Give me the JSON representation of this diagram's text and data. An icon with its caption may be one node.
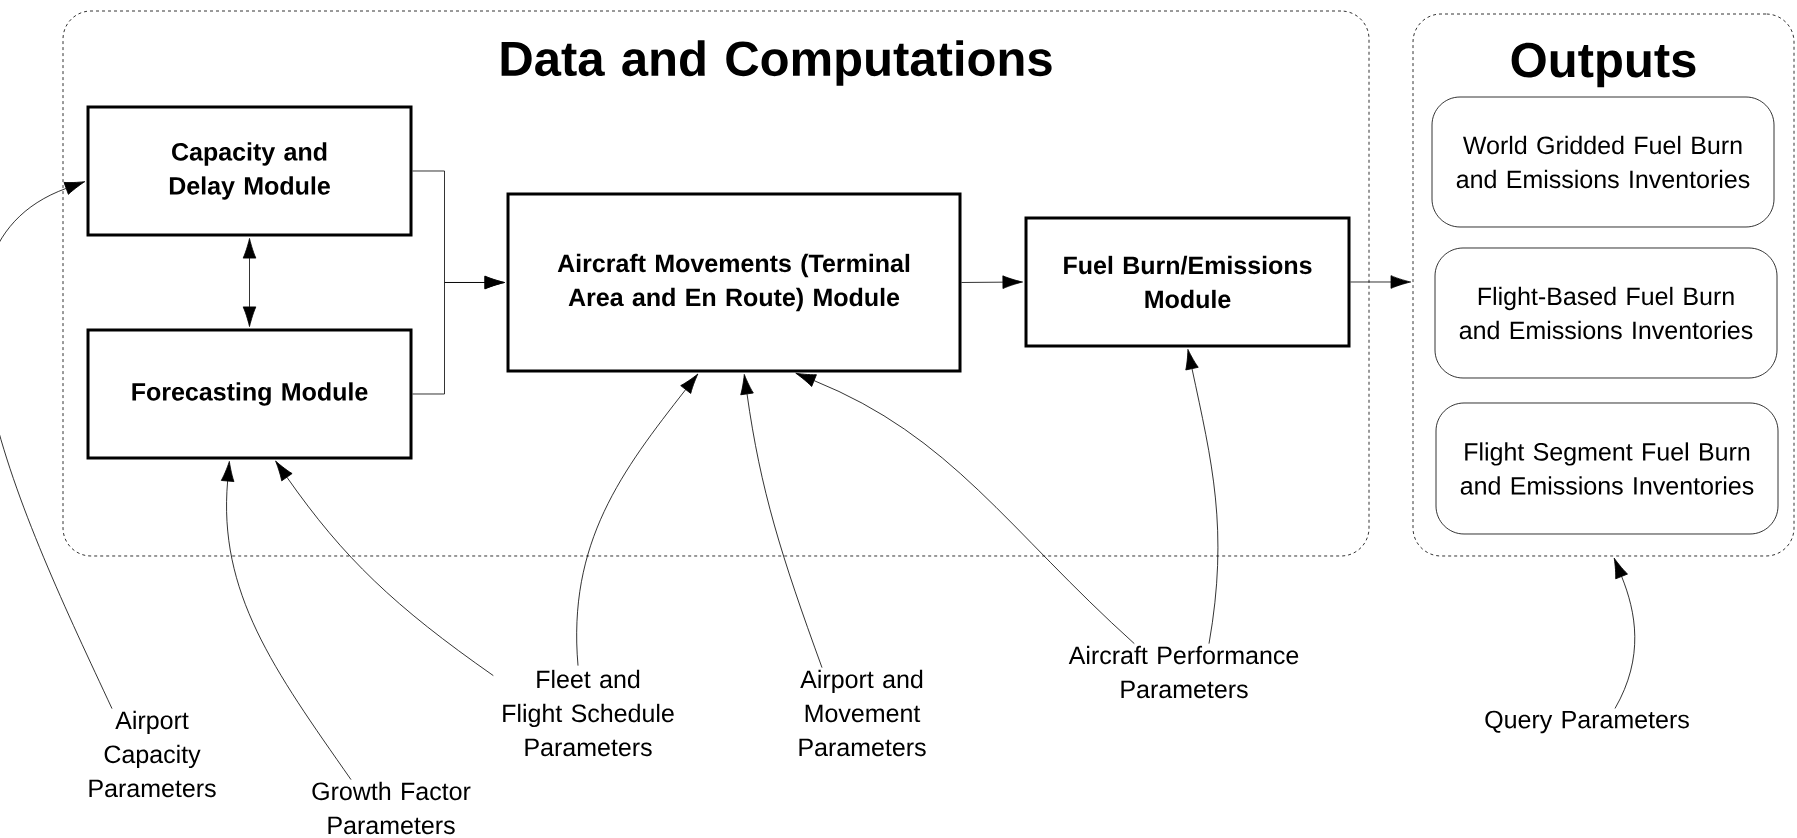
{
  "diagram": {
    "nodes": [
      {
        "text": [
          "Data and Computations"
        ]
      },
      {
        "text": [
          "Capacity and Delay Module"
        ],
        "in": 0
      },
      {
        "text": [
          "Forecasting Module"
        ],
        "in": 0
      },
      {
        "text": [
          "Aircraft Movements (Terminal Area and En Route) Module"
        ],
        "in": 0
      },
      {
        "text": [
          "Fuel Burn/Emissions Module"
        ],
        "in": 0
      },
      {
        "text": [
          "Outputs"
        ]
      },
      {
        "text": [
          "World Gridded Fuel Burn and Emissions Inventories"
        ],
        "in": 5
      },
      {
        "text": [
          "Flight-Based Fuel Burn and Emissions Inventories"
        ],
        "in": 5
      },
      {
        "text": [
          "Flight Segment Fuel Burn and Emissions Inventories"
        ],
        "in": 5
      },
      {
        "text": [
          "Airport Capacity Parameters"
        ]
      },
      {
        "text": [
          "Growth Factor Parameters"
        ]
      },
      {
        "text": [
          "Fleet and Flight Schedule Parameters"
        ]
      },
      {
        "text": [
          "Airport and Movement Parameters"
        ]
      },
      {
        "text": [
          "Aircraft Performance Parameters"
        ]
      },
      {
        "text": [
          "Query Parameters"
        ]
      }
    ],
    "edges": [
      {
        "from": 1,
        "to": 2,
        "arrow": "both"
      },
      {
        "from": 1,
        "to": 3,
        "arrow": "to"
      },
      {
        "from": 2,
        "to": 3,
        "arrow": "to"
      },
      {
        "from": 3,
        "to": 4,
        "arrow": "to"
      },
      {
        "from": 4,
        "to": 5,
        "arrow": "to"
      },
      {
        "from": 9,
        "to": 1,
        "arrow": "to"
      },
      {
        "from": 10,
        "to": 2,
        "arrow": "to"
      },
      {
        "from": 11,
        "to": 2,
        "arrow": "to"
      },
      {
        "from": 11,
        "to": 3,
        "arrow": "to"
      },
      {
        "from": 12,
        "to": 3,
        "arrow": "to"
      },
      {
        "from": 13,
        "to": 3,
        "arrow": "to"
      },
      {
        "from": 13,
        "to": 4,
        "arrow": "to"
      },
      {
        "from": 14,
        "to": 5,
        "arrow": "to"
      }
    ]
  }
}
